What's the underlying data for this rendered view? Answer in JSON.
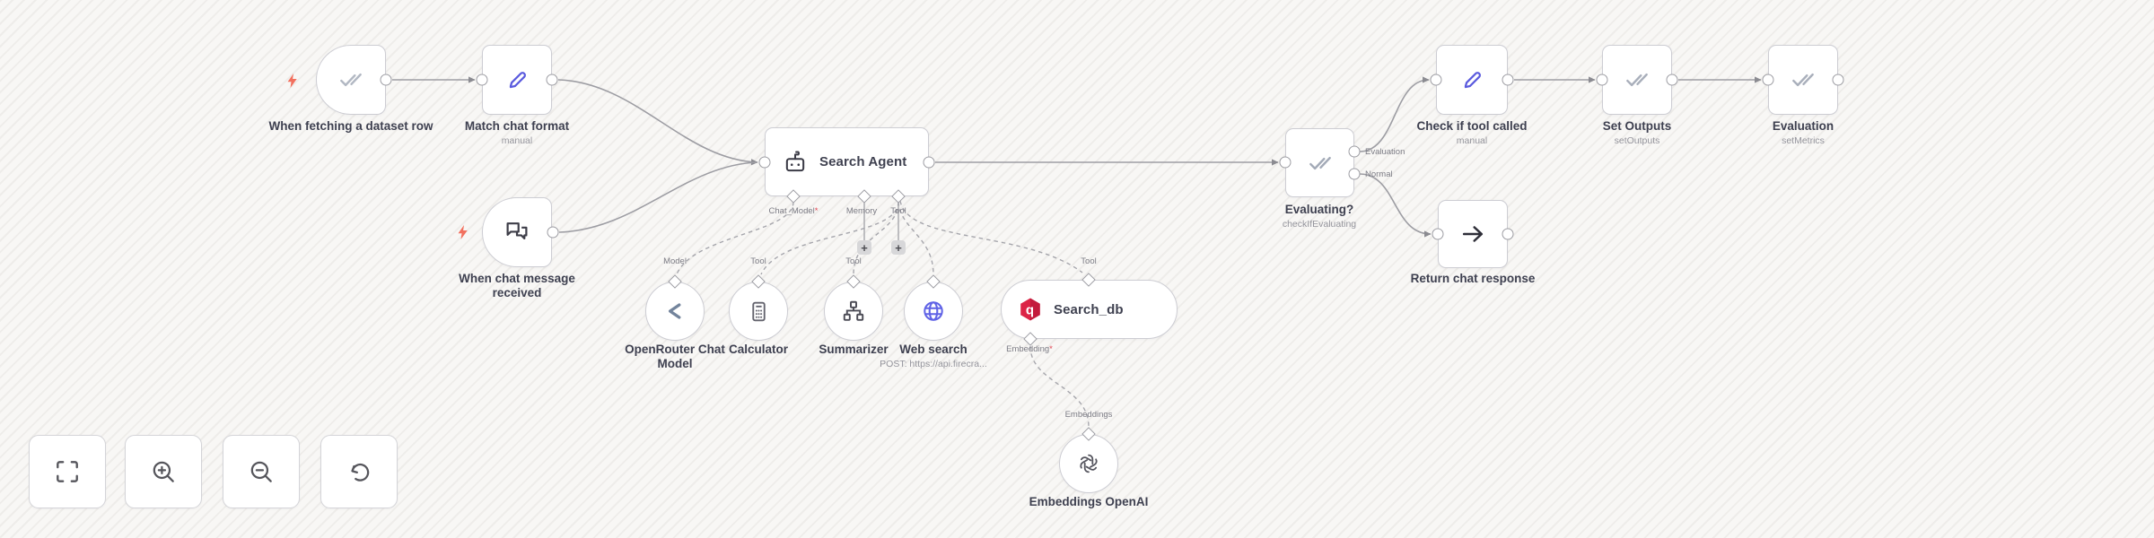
{
  "nodes": {
    "dataset_trigger": {
      "title": "When fetching a dataset row"
    },
    "match_chat_format": {
      "title": "Match chat format",
      "subtitle": "manual"
    },
    "chat_trigger": {
      "title": "When chat message received"
    },
    "search_agent": {
      "title": "Search Agent"
    },
    "openrouter_chat_model": {
      "title": "OpenRouter Chat Model"
    },
    "calculator": {
      "title": "Calculator"
    },
    "summarizer": {
      "title": "Summarizer"
    },
    "web_search": {
      "title": "Web search",
      "subtitle": "POST: https://api.firecra..."
    },
    "search_db": {
      "title": "Search_db"
    },
    "embeddings_openai": {
      "title": "Embeddings OpenAI"
    },
    "evaluating": {
      "title": "Evaluating?",
      "subtitle": "checkIfEvaluating",
      "outputs": {
        "top": "Evaluation",
        "bottom": "Normal"
      }
    },
    "check_if_tool_called": {
      "title": "Check if tool called",
      "subtitle": "manual"
    },
    "set_outputs": {
      "title": "Set Outputs",
      "subtitle": "setOutputs"
    },
    "evaluation": {
      "title": "Evaluation",
      "subtitle": "setMetrics"
    },
    "return_chat_response": {
      "title": "Return chat response"
    }
  },
  "connector_labels": {
    "chat_model": "Chat_Model",
    "required_marker": "*",
    "memory": "Memory",
    "tool": "Tool",
    "model": "Model",
    "embedding": "Embedding",
    "embeddings": "Embeddings"
  },
  "ui": {
    "plus": "+"
  },
  "icons": {
    "trigger_marker": "lightning-bolt",
    "controls": [
      "fit-view",
      "zoom-in",
      "zoom-out",
      "undo"
    ]
  },
  "colors": {
    "pencil_icon": "#5a5ade",
    "globe_icon": "#6063e6",
    "qdrant_logo": "#dc2446",
    "trigger_bolt": "#f2705e",
    "required_asterisk": "#e04350",
    "edge": "#9d9da3",
    "canvas_bg": "#f8f7f5"
  }
}
